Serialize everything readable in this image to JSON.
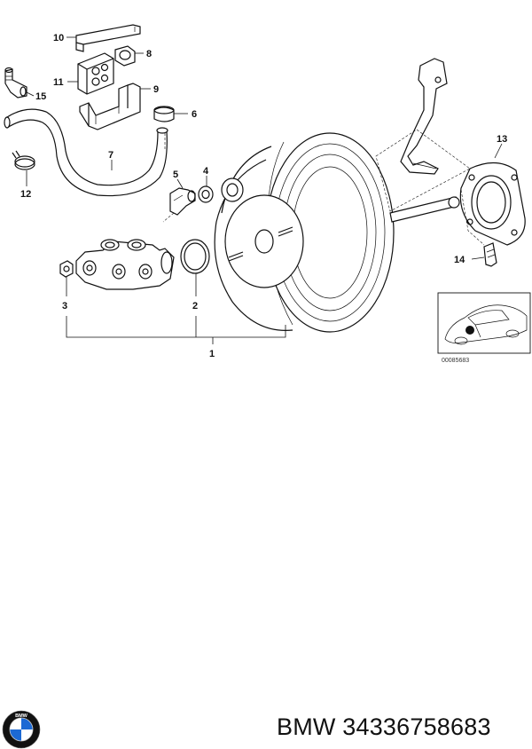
{
  "parts": {
    "p1": "1",
    "p2": "2",
    "p3": "3",
    "p4": "4",
    "p5": "5",
    "p6": "6",
    "p7": "7",
    "p8": "8",
    "p9": "9",
    "p10": "10",
    "p11": "11",
    "p12": "12",
    "p13": "13",
    "p14": "14",
    "p15": "15"
  },
  "figure_code": "00085683",
  "brand_text": "BMW 34336758683",
  "logo": {
    "icon": "bmw-roundel-icon",
    "text": "BMW",
    "colors": {
      "blue": "#1c69d4",
      "black": "#111111",
      "white": "#ffffff"
    }
  }
}
